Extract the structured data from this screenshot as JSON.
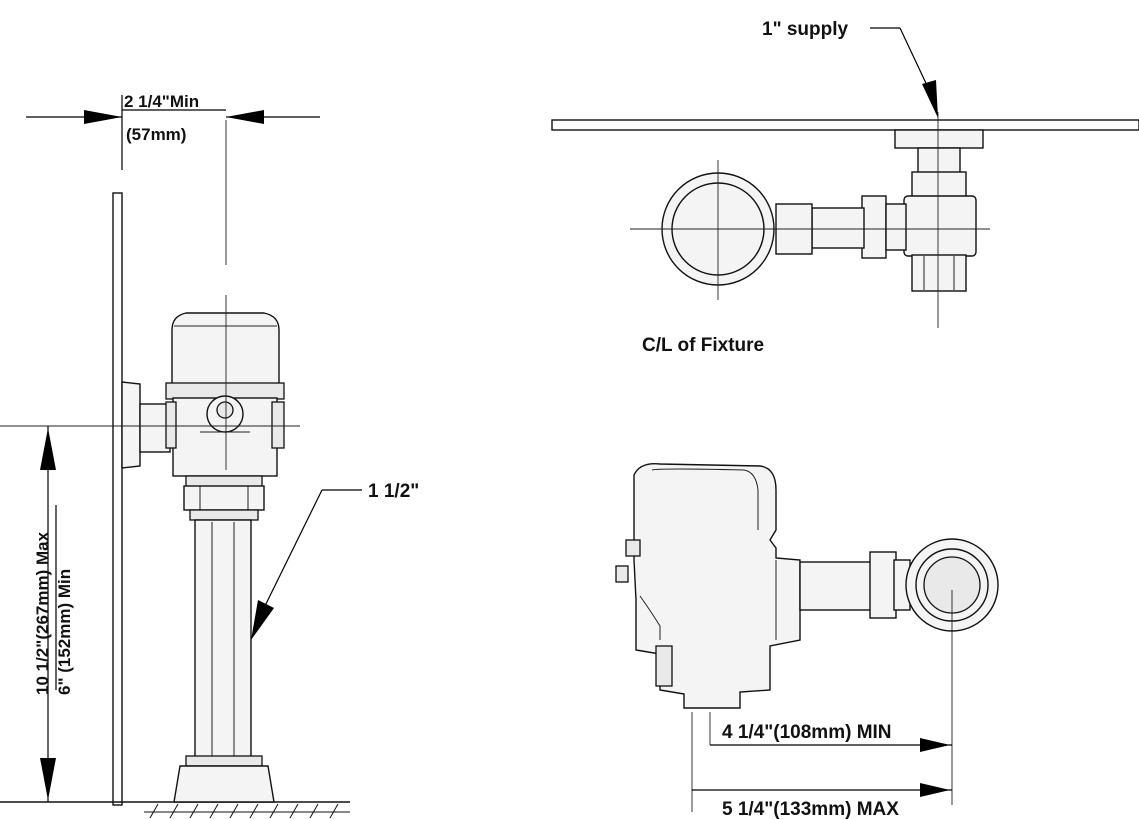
{
  "labels": {
    "width_min": "2 1/4\"Min",
    "width_min_mm": "(57mm)",
    "height_max": "10 1/2\"(267mm) Max",
    "height_min": "6\" (152mm) Min",
    "pipe_size": "1 1/2\"",
    "supply": "1\" supply",
    "centerline": "C/L of Fixture",
    "dist_min": "4 1/4\"(108mm) MIN",
    "dist_max": "5 1/4\"(133mm) MAX"
  },
  "colors": {
    "line": "#111111",
    "background": "#ffffff"
  }
}
